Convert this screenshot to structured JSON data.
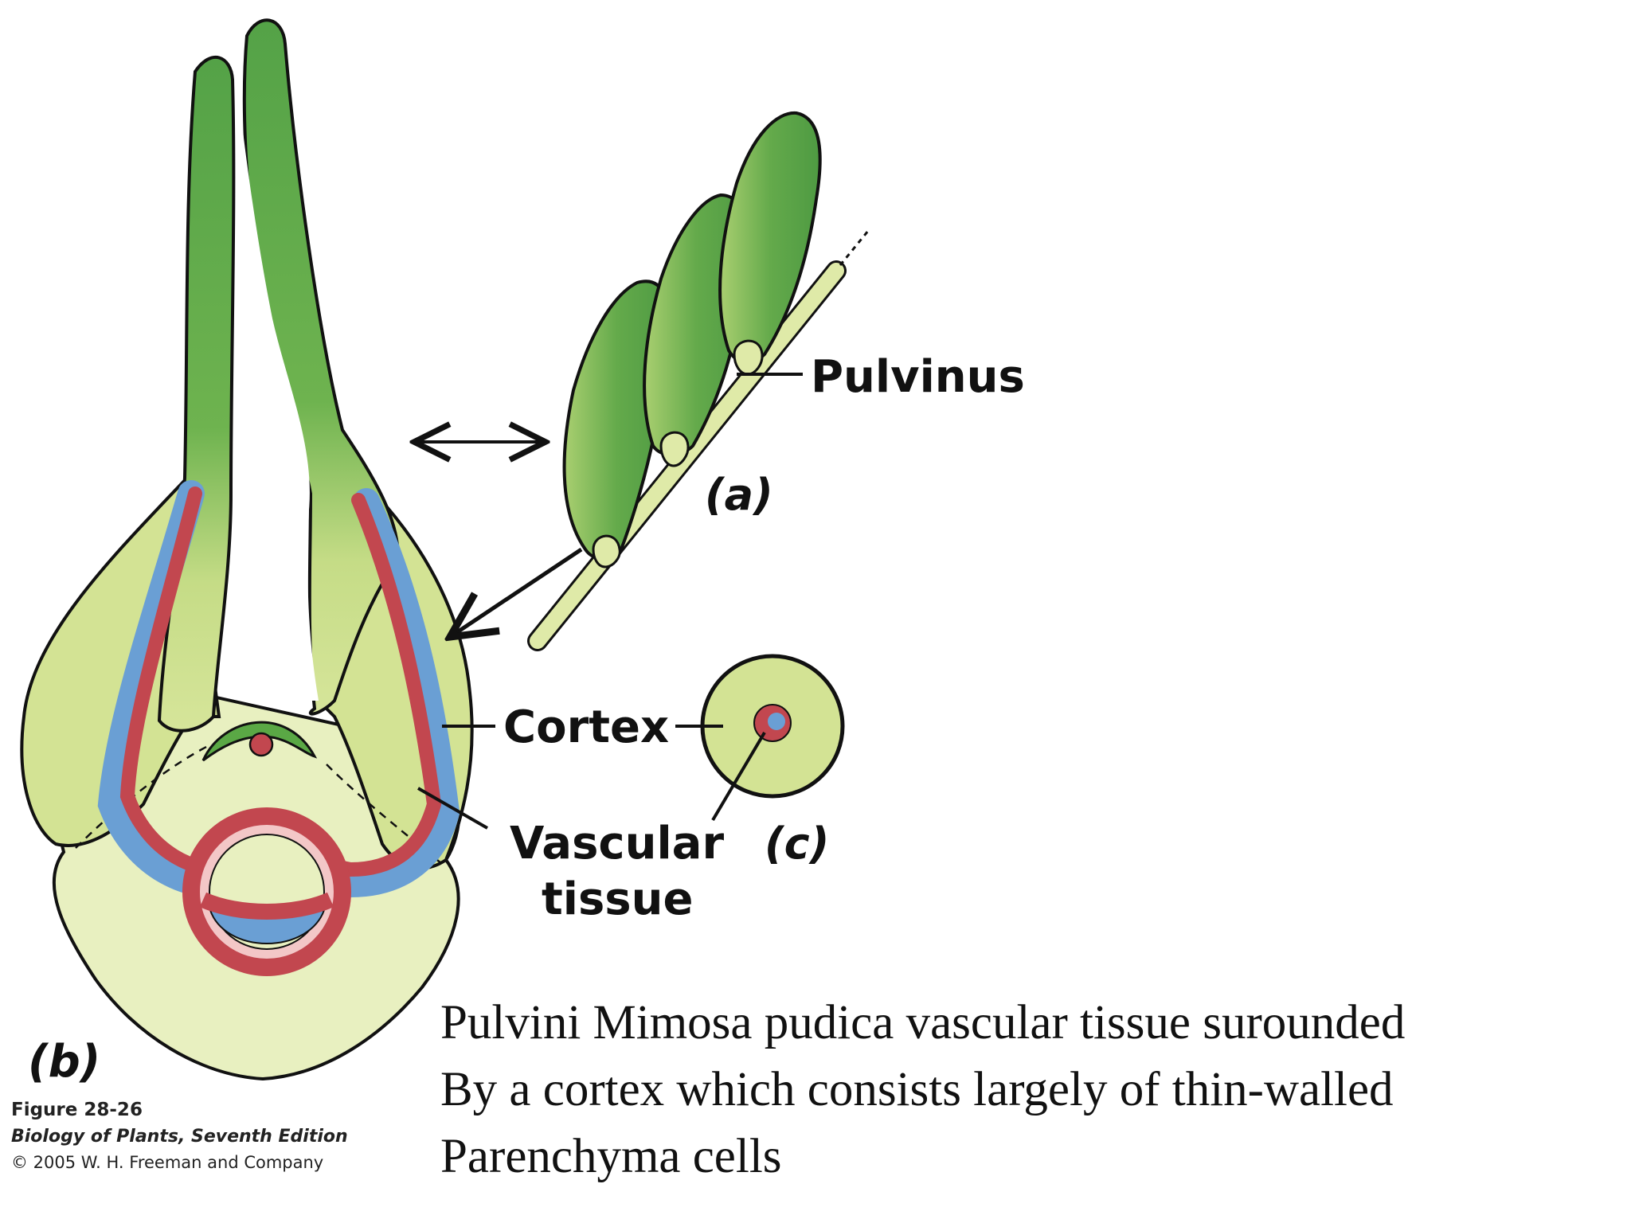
{
  "labels": {
    "pulvinus": "Pulvinus",
    "cortex": "Cortex",
    "vascular_line1": "Vascular",
    "vascular_line2": "tissue",
    "panel_a": "(a)",
    "panel_b": "(b)",
    "panel_c": "(c)"
  },
  "caption": {
    "line1": "Pulvini Mimosa pudica vascular tissue surounded",
    "line2": "By a cortex which consists largely of thin-walled",
    "line3": "Parenchyma cells"
  },
  "credit": {
    "figure": "Figure 28-26",
    "book": "Biology of Plants, Seventh Edition",
    "copyright": "© 2005 W. H. Freeman and Company"
  },
  "colors": {
    "leaf_green": "#5aa845",
    "cortex_yellow_green": "#d7e59a",
    "pale_base": "#e8f0c0",
    "vascular_red": "#c2474f",
    "vascular_blue": "#6a9fd4",
    "outline": "#111111"
  }
}
